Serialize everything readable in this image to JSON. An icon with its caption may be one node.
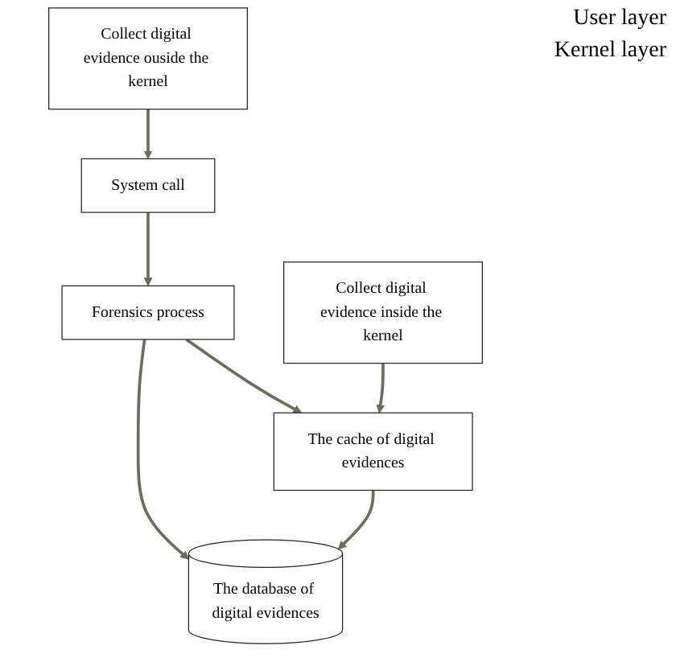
{
  "diagram": {
    "nodes": [
      {
        "text": [
          "Collect digital evidence ouside the kernel"
        ]
      },
      {
        "text": [
          "System call"
        ]
      },
      {
        "text": [
          "Collect digital evidence inside the kernel"
        ]
      },
      {
        "text": [
          "Forensics process"
        ]
      },
      {
        "text": [
          "The cache of digital evidences"
        ]
      },
      {
        "text": [
          "The database of digital evidences"
        ]
      }
    ],
    "edges": [
      {
        "from": 0,
        "to": 1,
        "arrow": "to"
      },
      {
        "from": 1,
        "to": 3,
        "arrow": "to"
      },
      {
        "from": 3,
        "to": 4,
        "arrow": "to"
      },
      {
        "from": 2,
        "to": 4,
        "arrow": "to"
      },
      {
        "from": 3,
        "to": 5,
        "arrow": "to"
      },
      {
        "from": 4,
        "to": 5,
        "arrow": "to"
      }
    ],
    "labels": [
      "User layer",
      "Kernel layer"
    ]
  }
}
